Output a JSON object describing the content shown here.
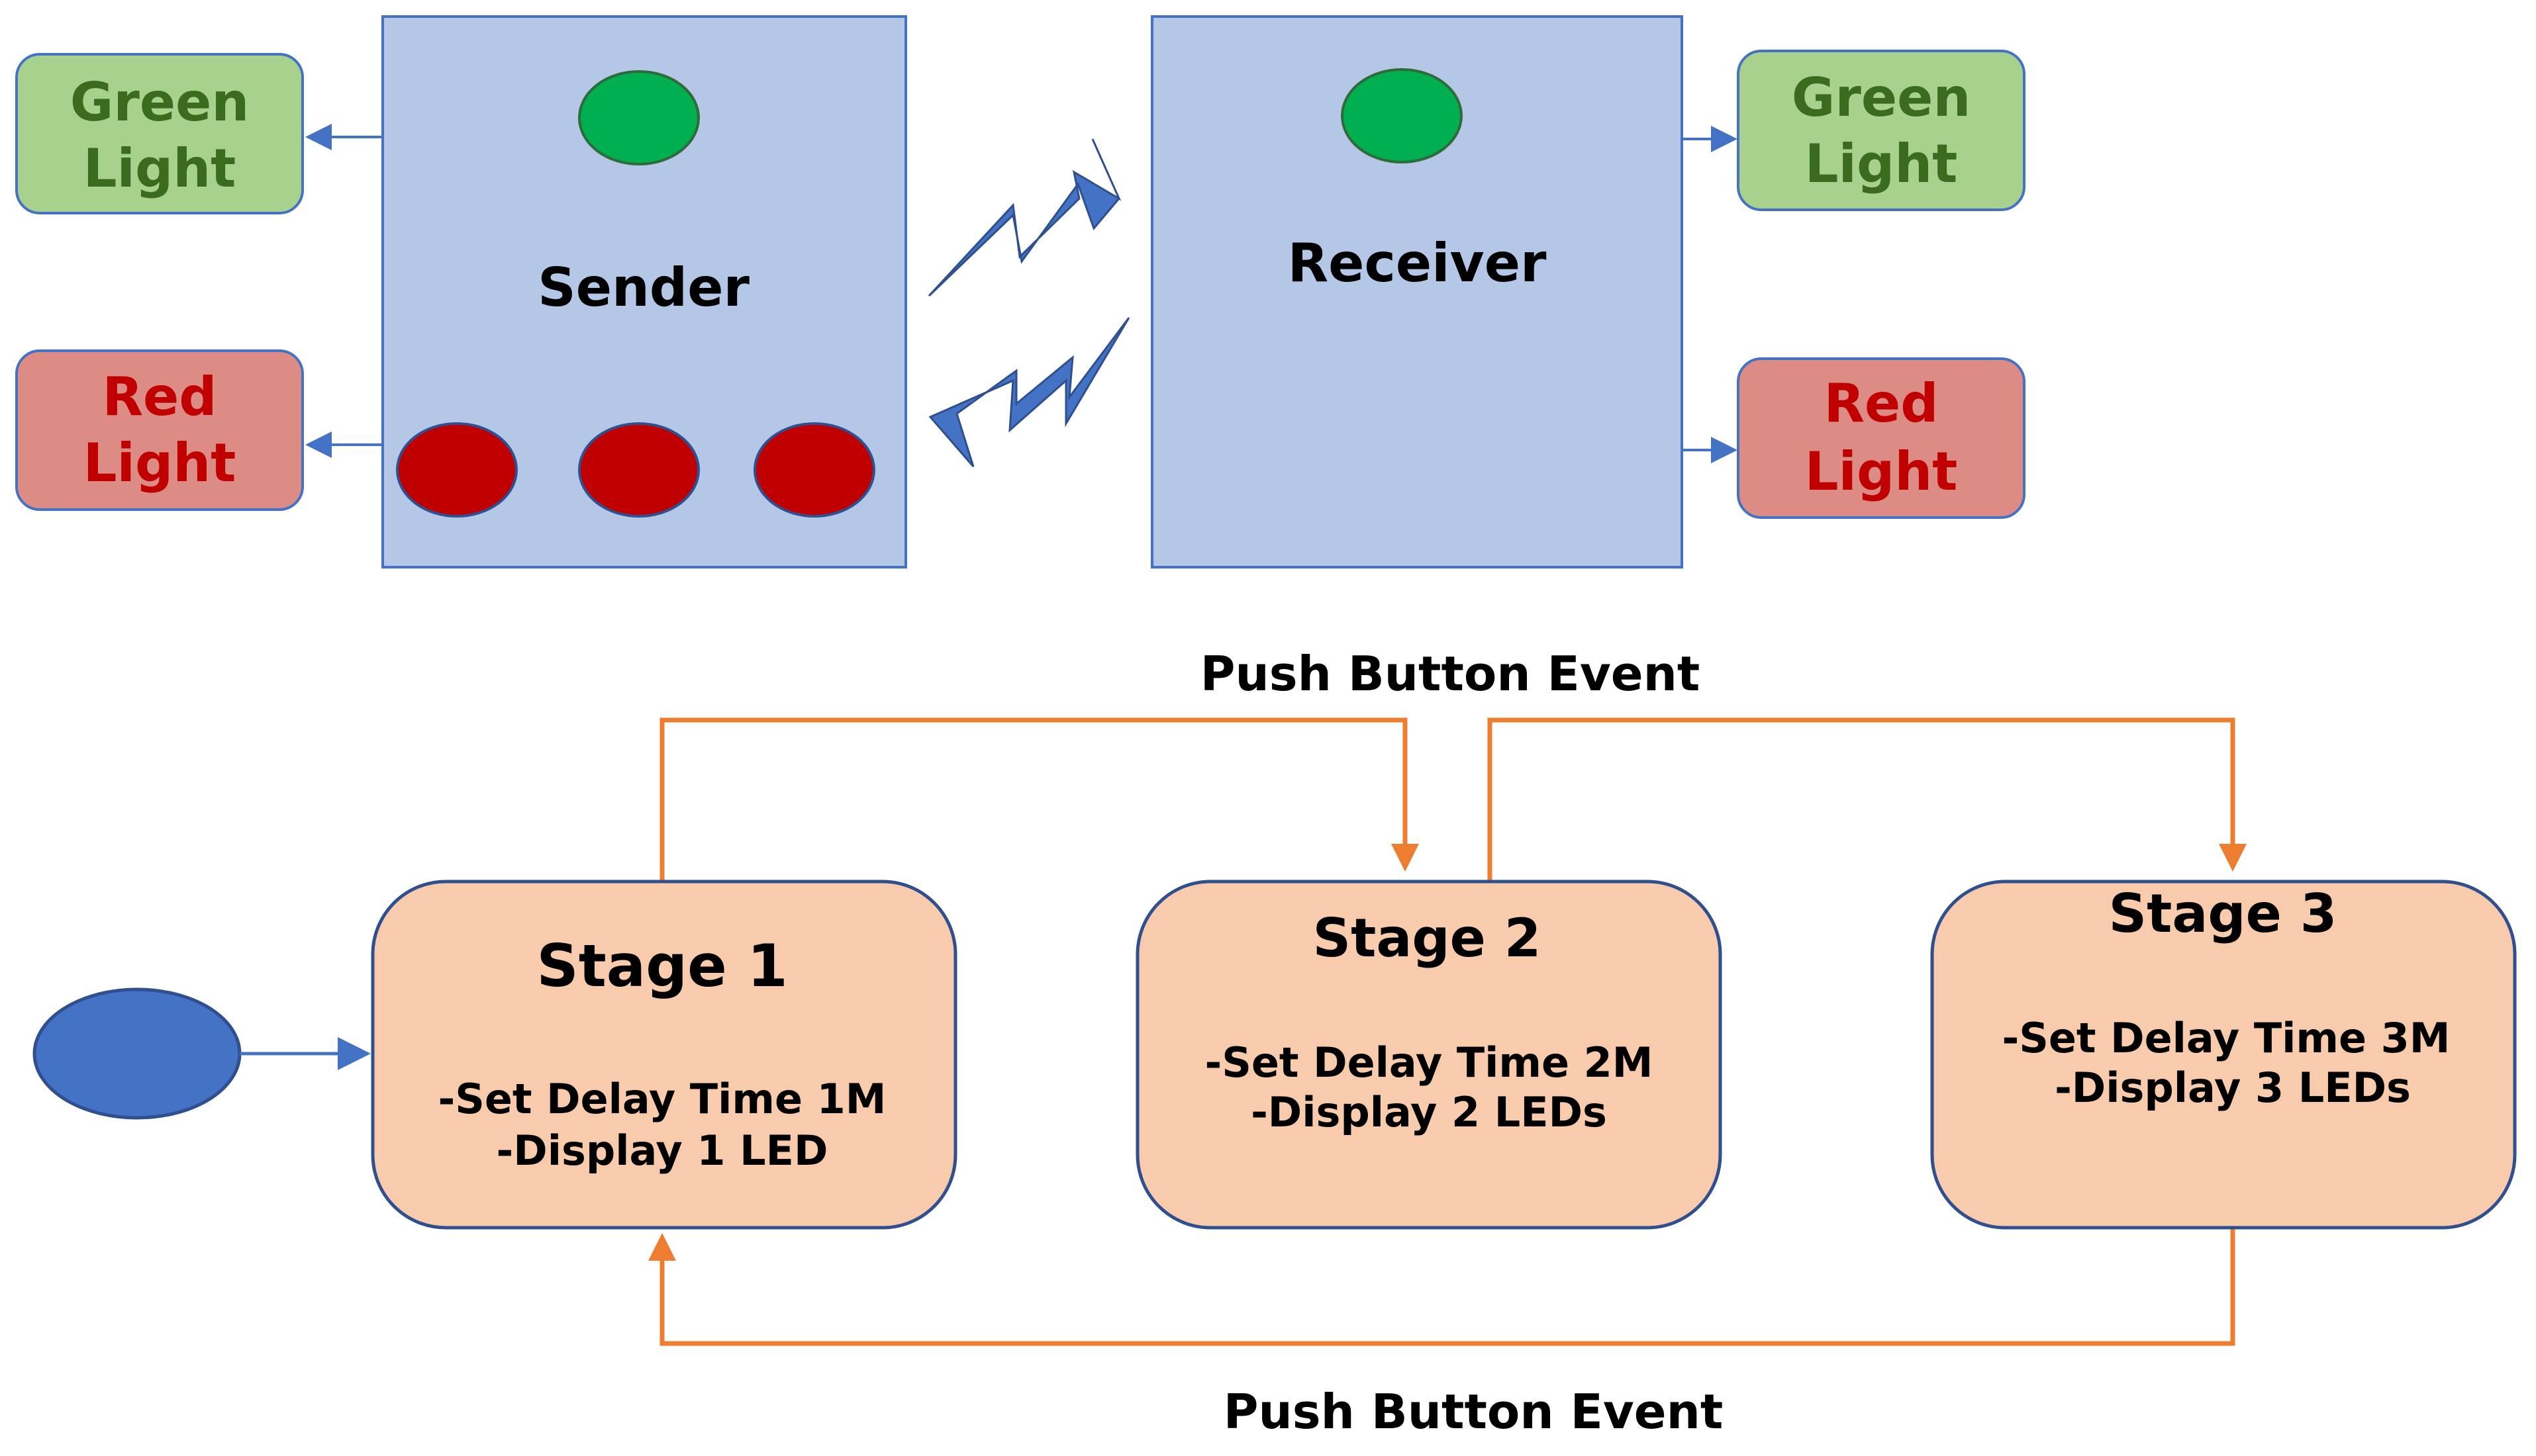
{
  "top_diagram": {
    "sender": {
      "label": "Sender"
    },
    "receiver": {
      "label": "Receiver"
    },
    "sender_green": {
      "line1": "Green",
      "line2": "Light"
    },
    "sender_red": {
      "line1": "Red",
      "line2": "Light"
    },
    "receiver_green": {
      "line1": "Green",
      "line2": "Light"
    },
    "receiver_red": {
      "line1": "Red",
      "line2": "Light"
    }
  },
  "state_diagram": {
    "top_event": "Push Button Event",
    "bottom_event": "Push Button Event",
    "stages": [
      {
        "title": "Stage 1",
        "line1": "-Set Delay Time 1M",
        "line2": "-Display 1 LED"
      },
      {
        "title": "Stage 2",
        "line1": "-Set Delay Time 2M",
        "line2": "-Display 2 LEDs"
      },
      {
        "title": "Stage 3",
        "line1": "-Set Delay Time 3M",
        "line2": "-Display 3 LEDs"
      }
    ]
  },
  "colors": {
    "device_fill": "#b4c7e7",
    "device_stroke": "#4472c4",
    "green_led": "#00b050",
    "red_led": "#c00000",
    "green_box": "#a9d18e",
    "red_box": "#dc8c84",
    "stage_fill": "#f8cbad",
    "stage_stroke": "#2f4f8f",
    "orange_arrow": "#ed7d31",
    "blue_arrow": "#4472c4",
    "start_node": "#4472c4"
  }
}
